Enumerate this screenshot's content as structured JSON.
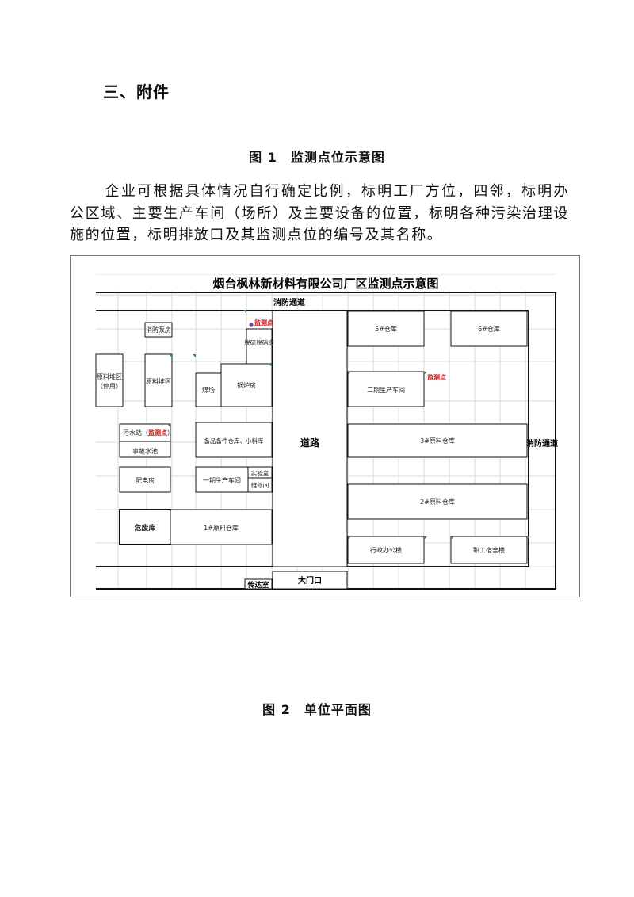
{
  "heading": "三、附件",
  "figure1_caption": "图 1　监测点位示意图",
  "paragraph": "企业可根据具体情况自行确定比例，标明工厂方位，四邻，标明办公区域、主要生产车间（场所）及主要设备的位置，标明各种污染治理设施的位置，标明排放口及其监测点位的编号及其名称。",
  "figure2_caption": "图 2　单位平面图",
  "map": {
    "title": "烟台枫林新材料有限公司厂区监测点示意图",
    "fire_lane_top": "消防通道",
    "fire_lane_right": "消防通道",
    "road": "道路",
    "gate": "大门口",
    "guard_room": "传达室",
    "monitor_point": "监测点",
    "sewage_pool_prefix": "污水站（",
    "sewage_pool_monitor": "监测点",
    "sewage_pool_suffix": "）",
    "buildings": {
      "fire_pump_room": "消防泵房",
      "desulfurization": "脱硫脱硝塔",
      "raw_material_yard_standby_1": "原料堆区",
      "raw_material_yard_standby_2": "（停用）",
      "raw_material_yard": "原料堆区",
      "coal_yard": "煤场",
      "boiler_room": "锅炉房",
      "sewage_station": "污水站",
      "accident_pool": "事故水池",
      "spare_parts": "备品备件仓库、小料库",
      "power_plant": "配电房",
      "workshop_1": "一期生产车间",
      "lab": "实验室",
      "repair_room": "维修间",
      "hazardous_waste": "危废库",
      "raw_warehouse_1": "1#原料仓库",
      "warehouse_5": "5#仓库",
      "warehouse_6": "6#仓库",
      "workshop_2": "二期生产车间",
      "raw_warehouse_3": "3#原料仓库",
      "raw_warehouse_2": "2#原料仓库",
      "admin_building": "行政办公楼",
      "dormitory": "职工宿舍楼"
    }
  },
  "colors": {
    "monitor_red": "#cc1111",
    "marker_green": "#2e8b3a",
    "marker_purple": "#7b3fa0",
    "gridline": "#d9d9d9"
  }
}
